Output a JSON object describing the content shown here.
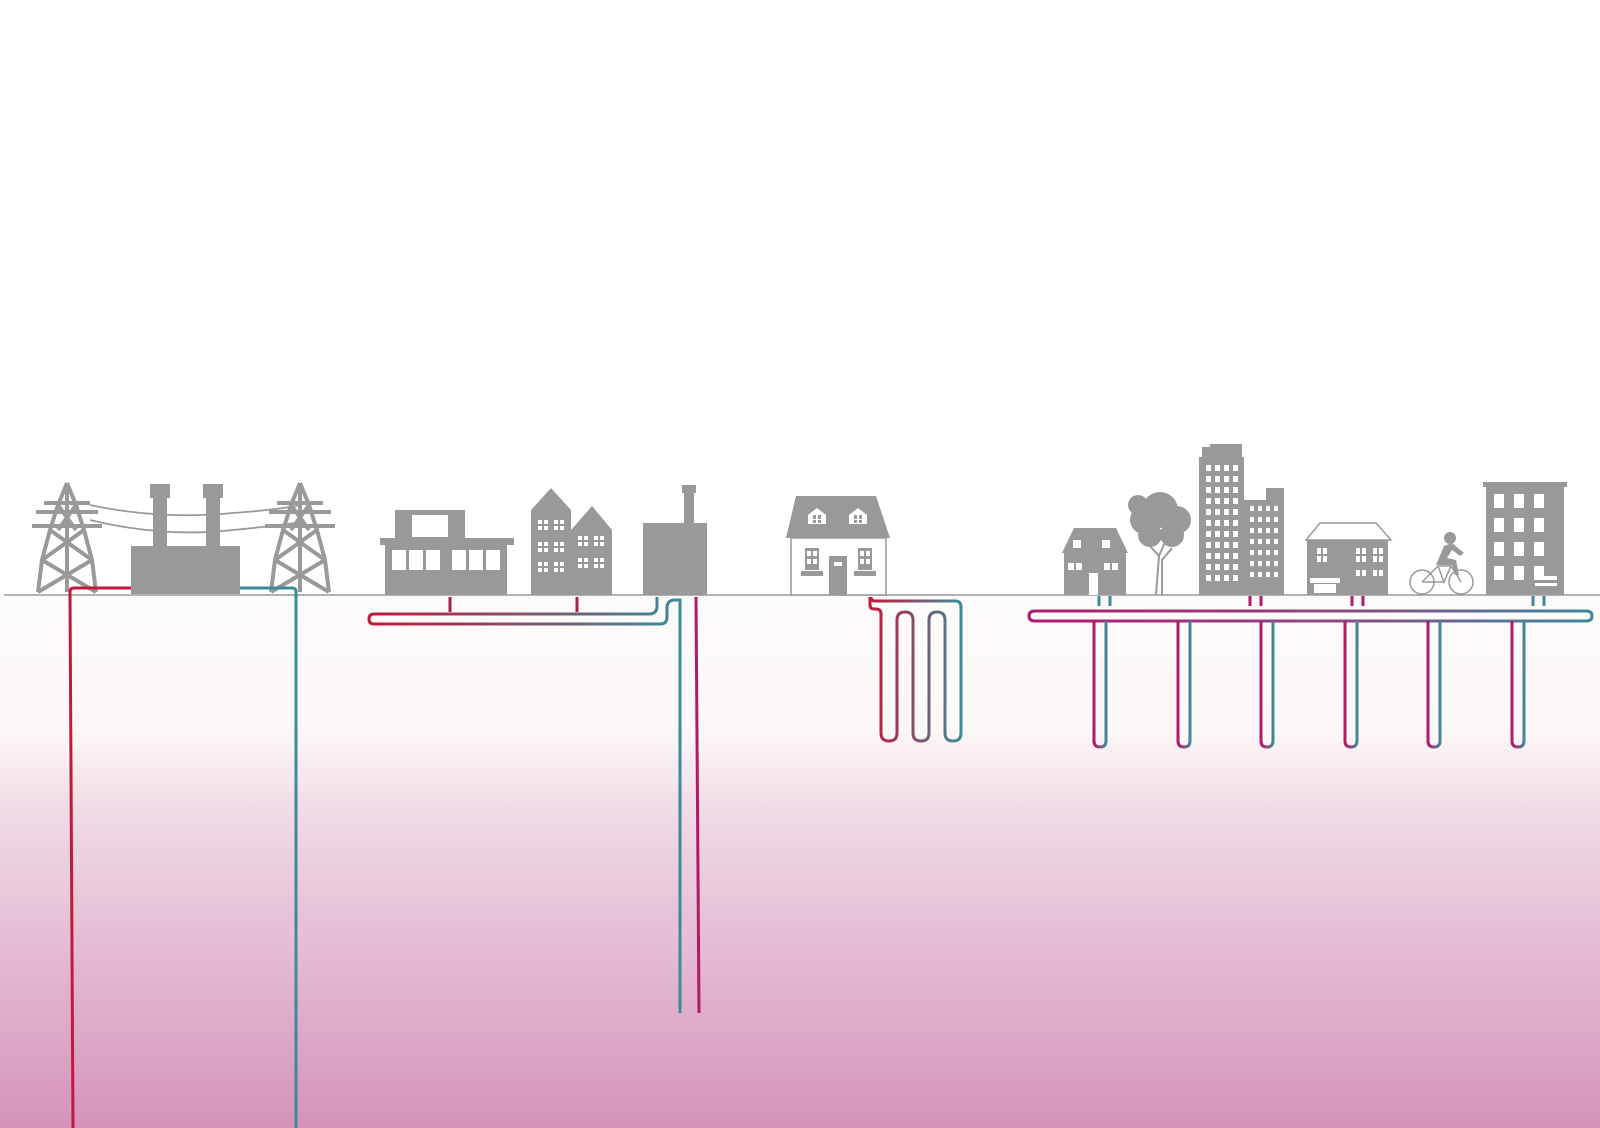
{
  "colors": {
    "background": "#ffffff",
    "ground_top": "#fdfbfa",
    "ground_mid": "#f0dbe5",
    "ground_bottom": "#d493ba",
    "building_gray": "#999999",
    "ground_line": "#9a9a9a",
    "pipe_red": "#c21a3c",
    "pipe_teal": "#3e8a9a",
    "pipe_magenta": "#b01a6a",
    "window_white": "#ffffff"
  },
  "scenes": [
    {
      "name": "power-station-deep-boreholes",
      "icons": [
        "pylon-icon",
        "power-station-icon",
        "pylon-icon"
      ]
    },
    {
      "name": "commercial-aquifer-loop",
      "icons": [
        "office-building-icon",
        "townhouse-icon",
        "factory-icon"
      ]
    },
    {
      "name": "single-house-slinky-loop",
      "icons": [
        "detached-house-icon"
      ]
    },
    {
      "name": "district-heat-network",
      "icons": [
        "house-icon",
        "tree-icon",
        "tower-block-icon",
        "shop-house-icon",
        "cyclist-icon",
        "apartment-block-icon"
      ]
    }
  ]
}
